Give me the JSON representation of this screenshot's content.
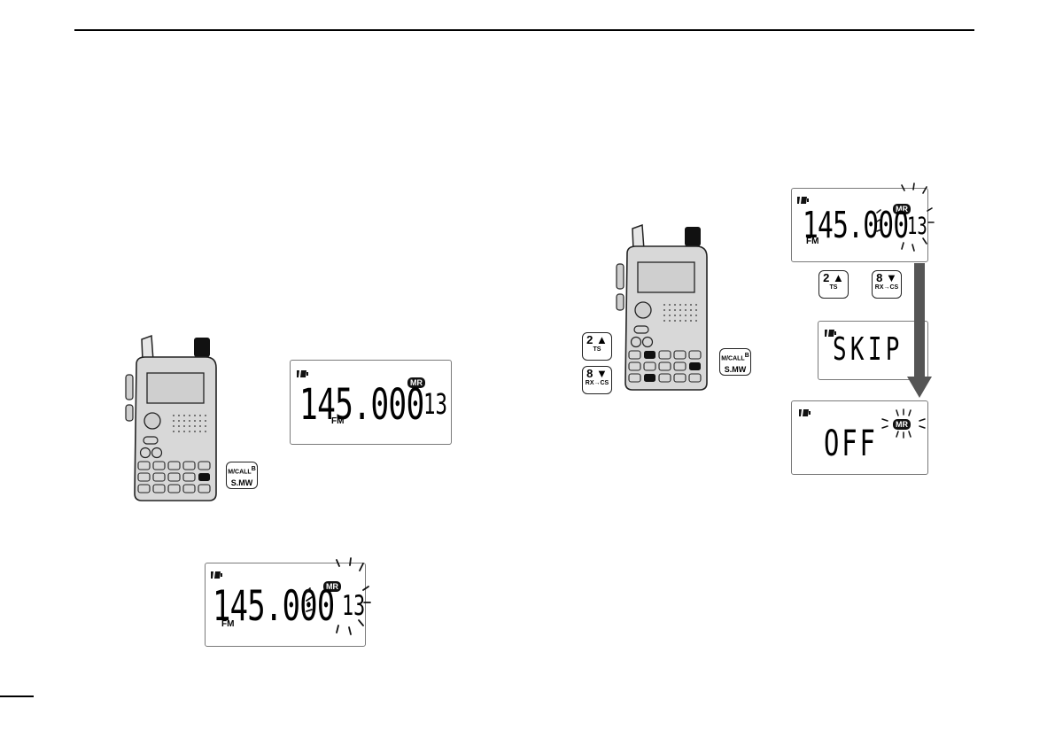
{
  "lcd_main": {
    "frequency": "145.000",
    "channel": "13",
    "mode": "FM",
    "badge": "MR"
  },
  "lcd_blink": {
    "frequency": "145.000",
    "channel": "13",
    "mode": "FM",
    "badge": "MR"
  },
  "lcd_right_top": {
    "frequency": "145.000",
    "channel": "13",
    "mode": "FM",
    "badge": "MR"
  },
  "lcd_skip": {
    "text": "SKIP"
  },
  "lcd_off": {
    "text": "OFF",
    "badge": "MR"
  },
  "keys": {
    "mcall": {
      "top": "M/CALL",
      "sup": "B",
      "bottom": "S.MW"
    },
    "up": {
      "big": "2 ▲",
      "small": "TS"
    },
    "down": {
      "big": "8 ▼",
      "small": "RX→CS"
    }
  },
  "icons": {
    "battery": "battery-icon",
    "radio": "handheld-radio-illustration",
    "arrow": "down-arrow"
  },
  "colors": {
    "radio_body": "#d8d8d8",
    "arrow": "#555555"
  }
}
